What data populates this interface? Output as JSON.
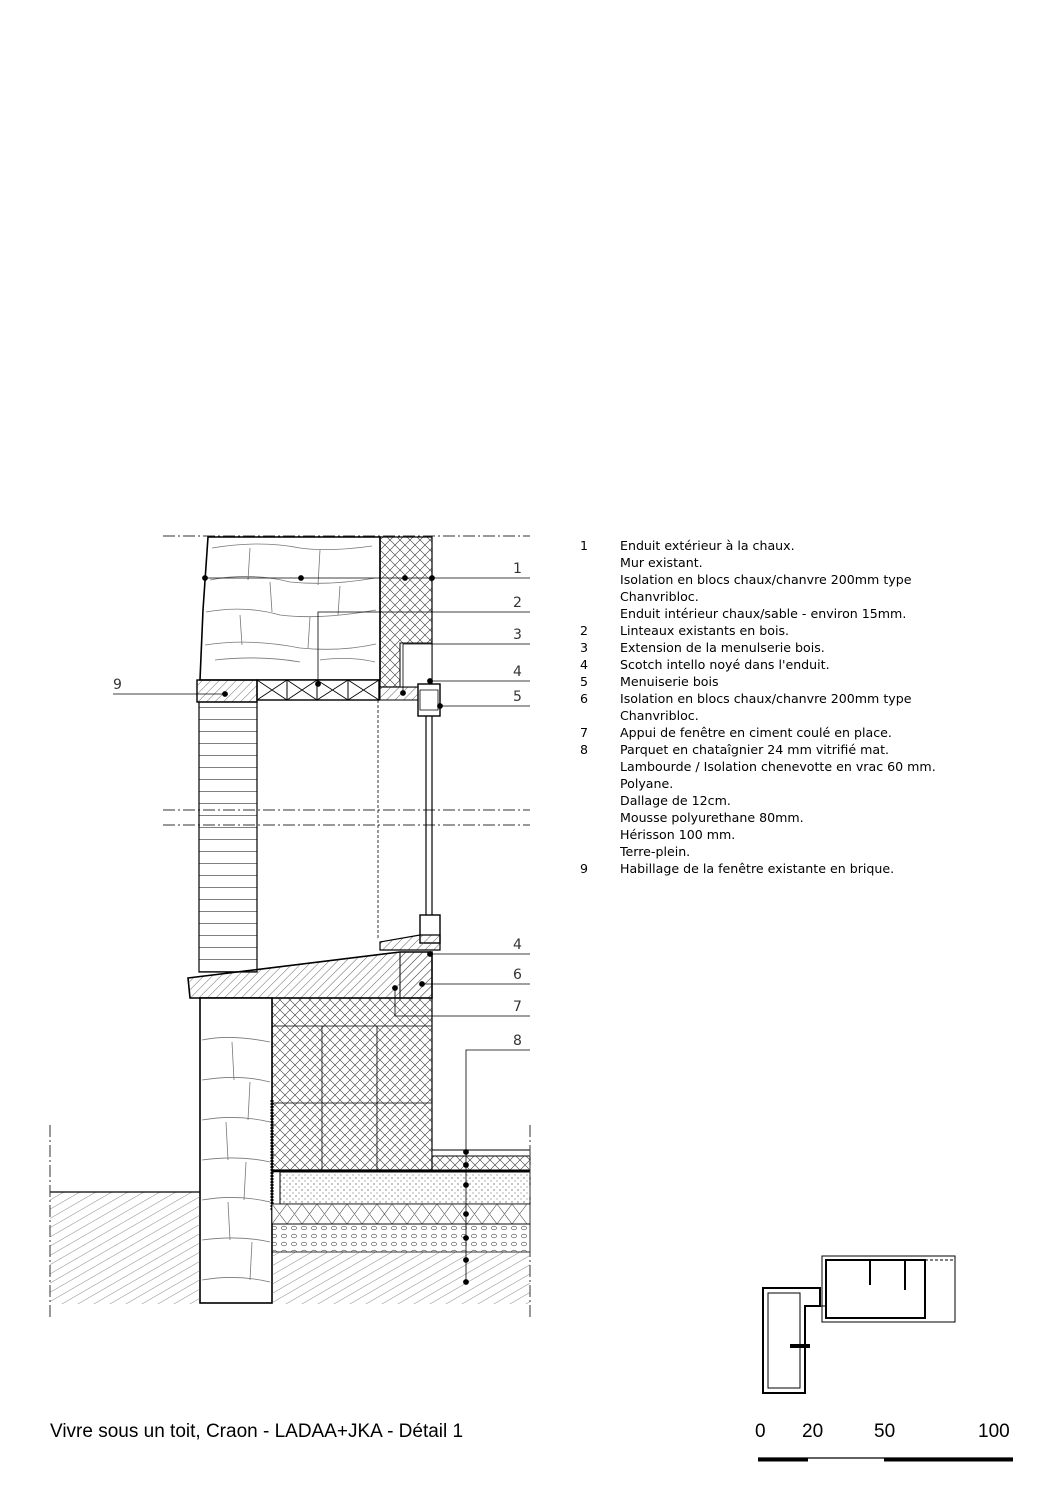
{
  "callouts": {
    "c1": "1",
    "c2": "2",
    "c3": "3",
    "c4a": "4",
    "c5": "5",
    "c4b": "4",
    "c6": "6",
    "c7": "7",
    "c8": "8",
    "c9": "9"
  },
  "legend": [
    {
      "num": "1",
      "lines": [
        "Enduit extérieur à la chaux.",
        "Mur existant.",
        "Isolation en blocs chaux/chanvre 200mm type",
        "Chanvribloc.",
        "Enduit intérieur chaux/sable - environ 15mm."
      ]
    },
    {
      "num": "2",
      "lines": [
        "Linteaux  existants en bois."
      ]
    },
    {
      "num": "3",
      "lines": [
        "Extension de la menulserie bois."
      ]
    },
    {
      "num": "4",
      "lines": [
        "Scotch intello noyé dans l'enduit."
      ]
    },
    {
      "num": "5",
      "lines": [
        "Menuiserie bois"
      ]
    },
    {
      "num": "6",
      "lines": [
        "Isolation en blocs chaux/chanvre 200mm type",
        "Chanvribloc."
      ]
    },
    {
      "num": "7",
      "lines": [
        "Appui de fenêtre en ciment coulé en place."
      ]
    },
    {
      "num": "8",
      "lines": [
        "Parquet en chataîgnier 24 mm vitrifié mat.",
        "Lambourde / Isolation chenevotte en vrac 60 mm.",
        "Polyane.",
        "Dallage de 12cm.",
        "Mousse polyurethane 80mm.",
        "Hérisson 100 mm.",
        "Terre-plein."
      ]
    },
    {
      "num": "9",
      "lines": [
        "Habillage de la fenêtre existante en brique."
      ]
    }
  ],
  "caption": "Vivre sous un toit, Craon - LADAA+JKA - Détail 1",
  "scale": {
    "t0": "0",
    "t20": "20",
    "t50": "50",
    "t100": "100"
  }
}
